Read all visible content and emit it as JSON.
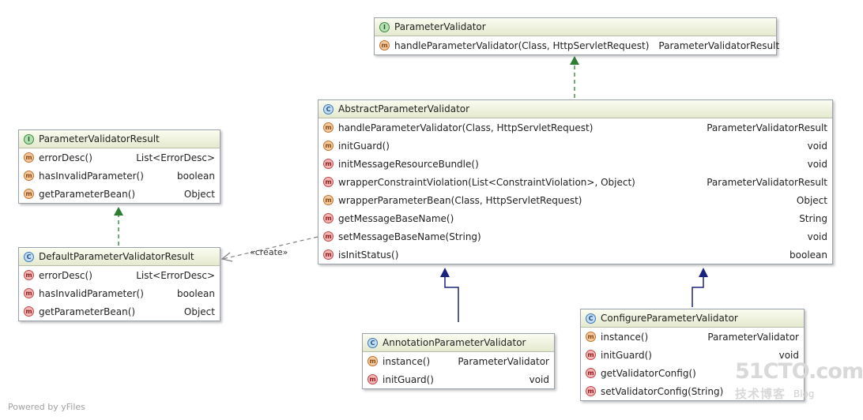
{
  "classes": {
    "parameter_validator": {
      "kind": "I",
      "name": "ParameterValidator",
      "members": [
        {
          "signature": "handleParameterValidator(Class, HttpServletRequest)",
          "return_type": "ParameterValidatorResult"
        }
      ]
    },
    "abstract_parameter_validator": {
      "kind": "C",
      "name": "AbstractParameterValidator",
      "members": [
        {
          "signature": "handleParameterValidator(Class, HttpServletRequest)",
          "return_type": "ParameterValidatorResult"
        },
        {
          "signature": "initGuard()",
          "return_type": "void"
        },
        {
          "signature": "initMessageResourceBundle()",
          "return_type": "void"
        },
        {
          "signature": "wrapperConstraintViolation(List<ConstraintViolation>, Object)",
          "return_type": "ParameterValidatorResult"
        },
        {
          "signature": "wrapperParameterBean(Class, HttpServletRequest)",
          "return_type": "Object"
        },
        {
          "signature": "getMessageBaseName()",
          "return_type": "String"
        },
        {
          "signature": "setMessageBaseName(String)",
          "return_type": "void"
        },
        {
          "signature": "isInitStatus()",
          "return_type": "boolean"
        }
      ]
    },
    "parameter_validator_result": {
      "kind": "I",
      "name": "ParameterValidatorResult",
      "members": [
        {
          "signature": "errorDesc()",
          "return_type": "List<ErrorDesc>"
        },
        {
          "signature": "hasInvalidParameter()",
          "return_type": "boolean"
        },
        {
          "signature": "getParameterBean()",
          "return_type": "Object"
        }
      ]
    },
    "default_parameter_validator_result": {
      "kind": "C",
      "name": "DefaultParameterValidatorResult",
      "members": [
        {
          "signature": "errorDesc()",
          "return_type": "List<ErrorDesc>"
        },
        {
          "signature": "hasInvalidParameter()",
          "return_type": "boolean"
        },
        {
          "signature": "getParameterBean()",
          "return_type": "Object"
        }
      ]
    },
    "annotation_parameter_validator": {
      "kind": "C",
      "name": "AnnotationParameterValidator",
      "members": [
        {
          "signature": "instance()",
          "return_type": "ParameterValidator"
        },
        {
          "signature": "initGuard()",
          "return_type": "void"
        }
      ]
    },
    "configure_parameter_validator": {
      "kind": "C",
      "name": "ConfigureParameterValidator",
      "members": [
        {
          "signature": "instance()",
          "return_type": "ParameterValidator"
        },
        {
          "signature": "initGuard()",
          "return_type": "void"
        },
        {
          "signature": "getValidatorConfig()",
          "return_type": ""
        },
        {
          "signature": "setValidatorConfig(String)",
          "return_type": ""
        }
      ]
    }
  },
  "member_icon_letter": "m",
  "edge_label_create": "«create»",
  "footer": "Powered by yFiles",
  "watermark": {
    "top": "51CTO.com",
    "cn": "技术博客",
    "blog": "Blog"
  },
  "colors": {
    "realization": "#2e7d32",
    "inheritance": "#1a237e",
    "dependency": "#808080"
  }
}
